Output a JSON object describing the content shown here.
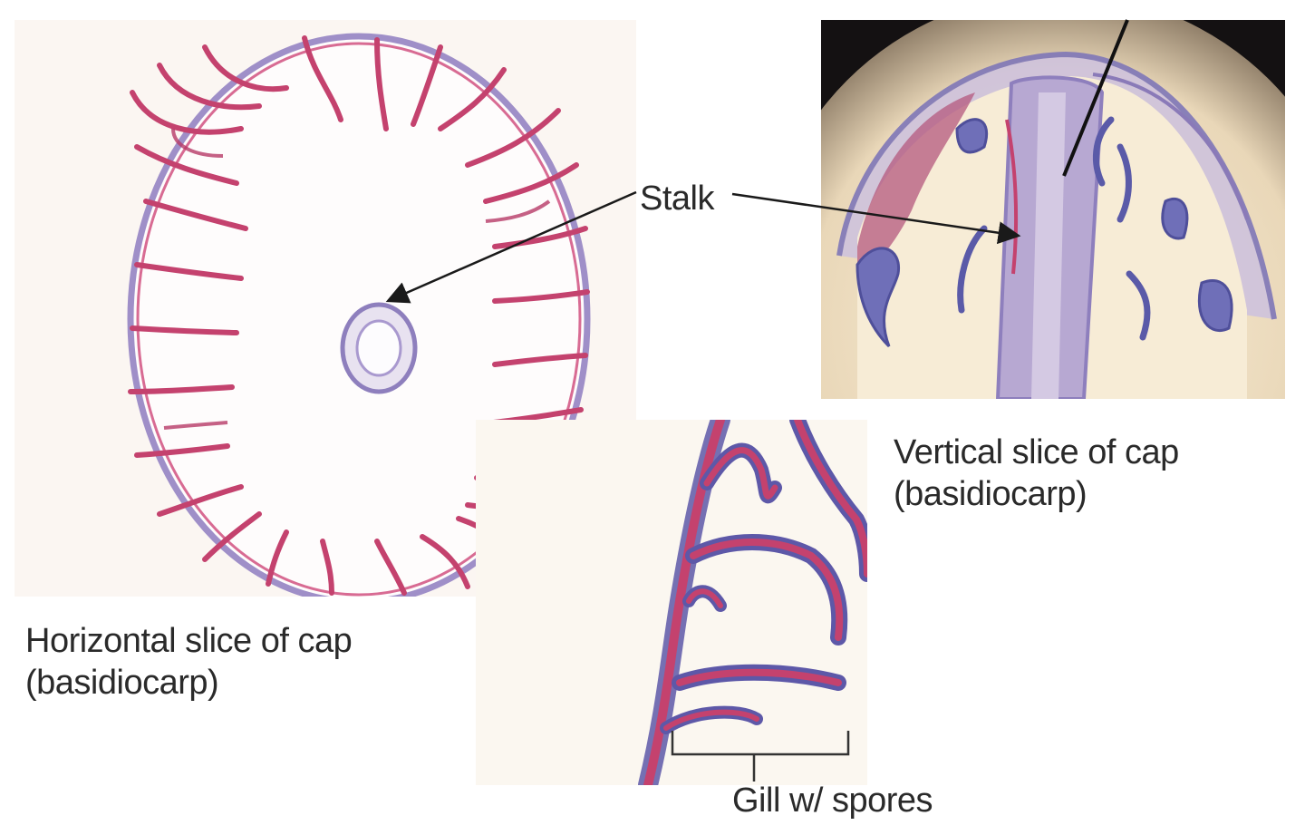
{
  "labels": {
    "stalk": "Stalk",
    "gill": "Gill w/ spores"
  },
  "captions": {
    "horizontal_line1": "Horizontal slice of cap",
    "horizontal_line2": "(basidiocarp)",
    "vertical_line1": "Vertical slice of cap",
    "vertical_line2": "(basidiocarp)"
  },
  "colors": {
    "tissue_pink": "#c4426e",
    "tissue_purple": "#6f6fb8",
    "label_text": "#2a2a2a",
    "annotation_line": "#1a1a1a"
  }
}
